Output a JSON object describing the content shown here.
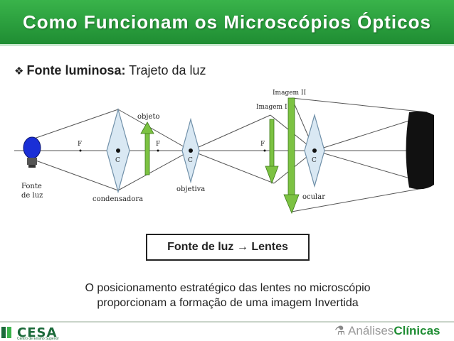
{
  "header": {
    "title": "Como Funcionam os Microscópios Ópticos"
  },
  "bullet": {
    "icon": "diamond-bullet-icon",
    "bold": "Fonte luminosa:",
    "text": " Trajeto da luz"
  },
  "diagram": {
    "labels": {
      "fonte_de_luz_1": "Fonte",
      "fonte_de_luz_2": "de luz",
      "condensadora": "condensadora",
      "objetiva": "objetiva",
      "ocular": "ocular",
      "objeto": "objeto",
      "imagem_1": "Imagem I",
      "imagem_2": "Imagem II",
      "focus_1": "F",
      "focus_2": "F",
      "focus_3": "F",
      "center_1": "C",
      "center_2": "C",
      "center_3": "C"
    },
    "colors": {
      "lens_fill": "#d9e8f3",
      "lens_stroke": "#6f8fa8",
      "arrow_green": "#7cc242",
      "bulb_blue": "#1a2fd6",
      "eye_black": "#111111"
    }
  },
  "box": {
    "text": "Fonte de luz → Lentes"
  },
  "caption": {
    "line1": "O posicionamento estratégico das lentes no microscópio",
    "line2": "proporcionam a formação de uma imagem  Invertida"
  },
  "footer": {
    "left_logo": "CESA",
    "left_sub": "Centro de Ensino Superior",
    "right_logo_prefix": "Análises",
    "right_logo_suffix": "Clínicas"
  }
}
